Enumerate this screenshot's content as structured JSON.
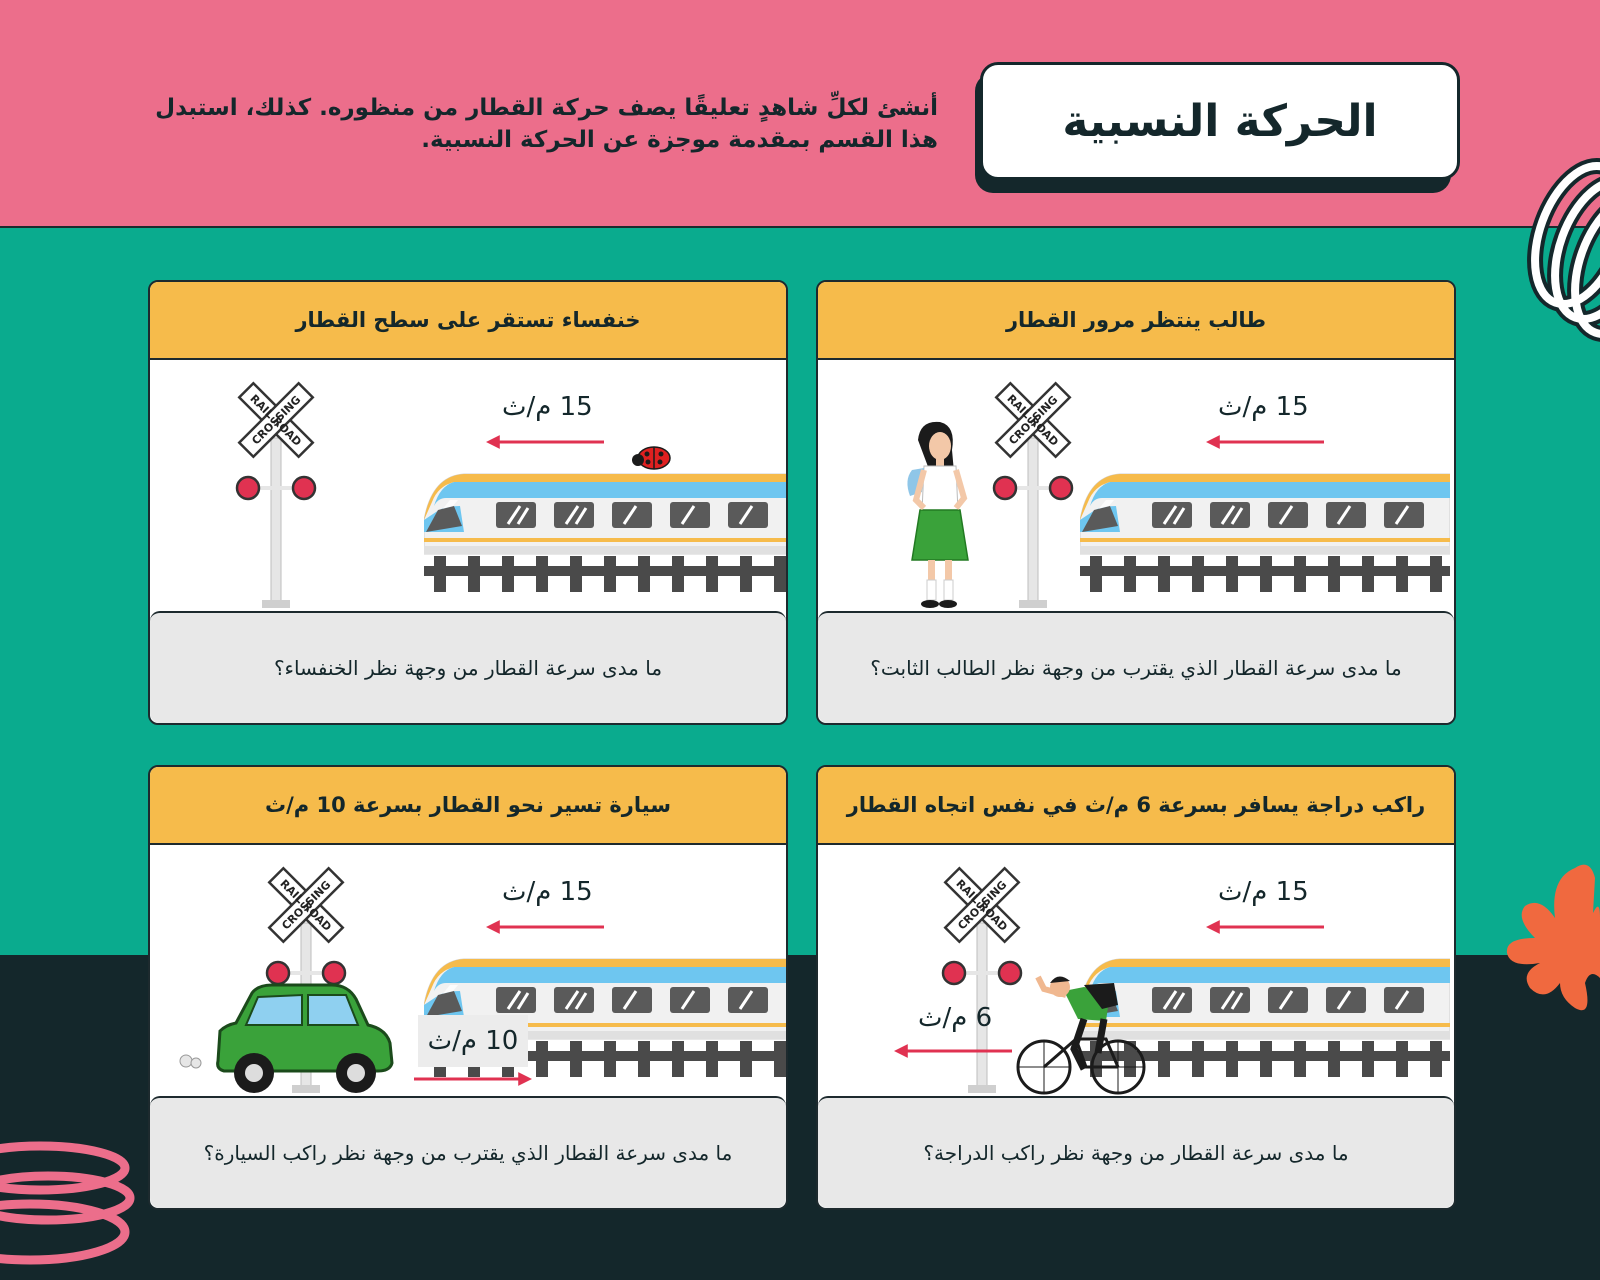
{
  "header": {
    "title": "الحركة النسبية",
    "instructions": "أنشئ لكلِّ شاهدٍ تعليقًا يصف حركة القطار من منظوره. كذلك، استبدل هذا القسم بمقدمة موجزة عن الحركة النسبية."
  },
  "sign": {
    "line1": "RAIL ROAD",
    "line2": "CROSSING"
  },
  "colors": {
    "pink": "#ec6e8b",
    "teal": "#0aab8e",
    "dark": "#14272b",
    "card_header": "#f6bb4b",
    "arrow": "#e03251",
    "train_blue": "#6ec6f0"
  },
  "cards": [
    {
      "header": "طالب ينتظر مرور القطار",
      "train_speed": "15 م/ث",
      "question": "ما مدى سرعة القطار الذي يقترب من وجهة نظر الطالب الثابت؟"
    },
    {
      "header": "خنفساء تستقر على سطح القطار",
      "train_speed": "15 م/ث",
      "question": "ما مدى سرعة القطار من وجهة نظر الخنفساء؟"
    },
    {
      "header": "راكب دراجة يسافر بسرعة 6 م/ث في نفس اتجاه القطار",
      "train_speed": "15 م/ث",
      "observer_speed": "6 م/ث",
      "question": "ما مدى سرعة القطار من وجهة نظر راكب الدراجة؟"
    },
    {
      "header": "سيارة تسير نحو القطار بسرعة 10 م/ث",
      "train_speed": "15 م/ث",
      "observer_speed": "10 م/ث",
      "question": "ما مدى سرعة القطار الذي يقترب من وجهة نظر راكب السيارة؟"
    }
  ]
}
